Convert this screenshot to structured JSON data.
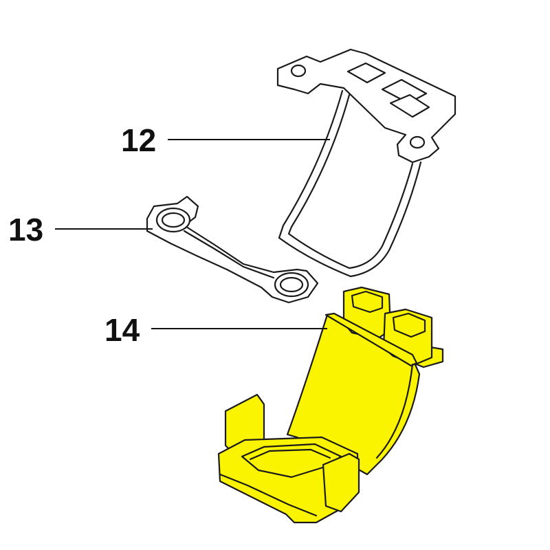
{
  "diagram": {
    "callouts": [
      {
        "id": "12",
        "label": "12"
      },
      {
        "id": "13",
        "label": "13"
      },
      {
        "id": "14",
        "label": "14"
      }
    ],
    "colors": {
      "highlight": "#fbf400",
      "line": "#1a1a1a",
      "background": "#ffffff"
    }
  }
}
